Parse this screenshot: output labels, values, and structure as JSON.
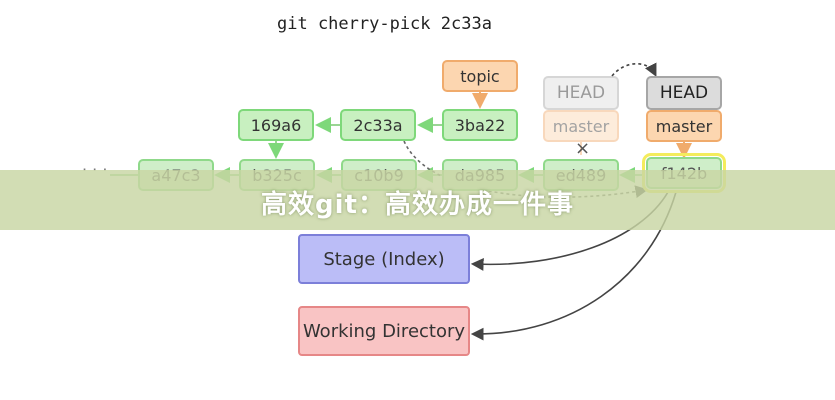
{
  "title": "git cherry-pick 2c33a",
  "ellipsis": "· · ·",
  "cancel_mark": "×",
  "commits_main": [
    "a47c3",
    "b325c",
    "c10b9",
    "da985",
    "ed489",
    "f142b"
  ],
  "commits_branch": [
    "169a6",
    "2c33a",
    "3ba22"
  ],
  "branch_topic": "topic",
  "head_old": "HEAD",
  "master_old": "master",
  "head_new": "HEAD",
  "master_new": "master",
  "stage": "Stage (Index)",
  "working": "Working Directory",
  "banner": "高效git：高效办成一件事"
}
